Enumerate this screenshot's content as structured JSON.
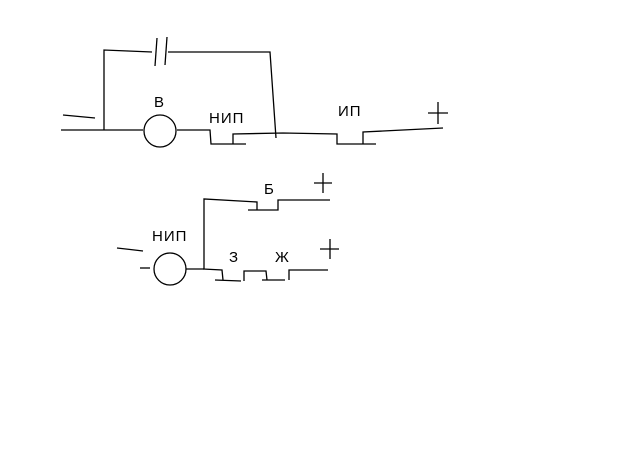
{
  "top_circuit": {
    "motor_label": "В",
    "contact1_label": "НИП",
    "contact2_label": "ИП",
    "terminal": "+"
  },
  "bottom_circuit": {
    "motor_label": "НИП",
    "contact_b_label": "Б",
    "contact_z_label": "З",
    "contact_zh_label": "Ж",
    "terminal_b": "+",
    "terminal_zh": "+"
  },
  "colors": {
    "line": "#000000",
    "background": "#ffffff"
  }
}
